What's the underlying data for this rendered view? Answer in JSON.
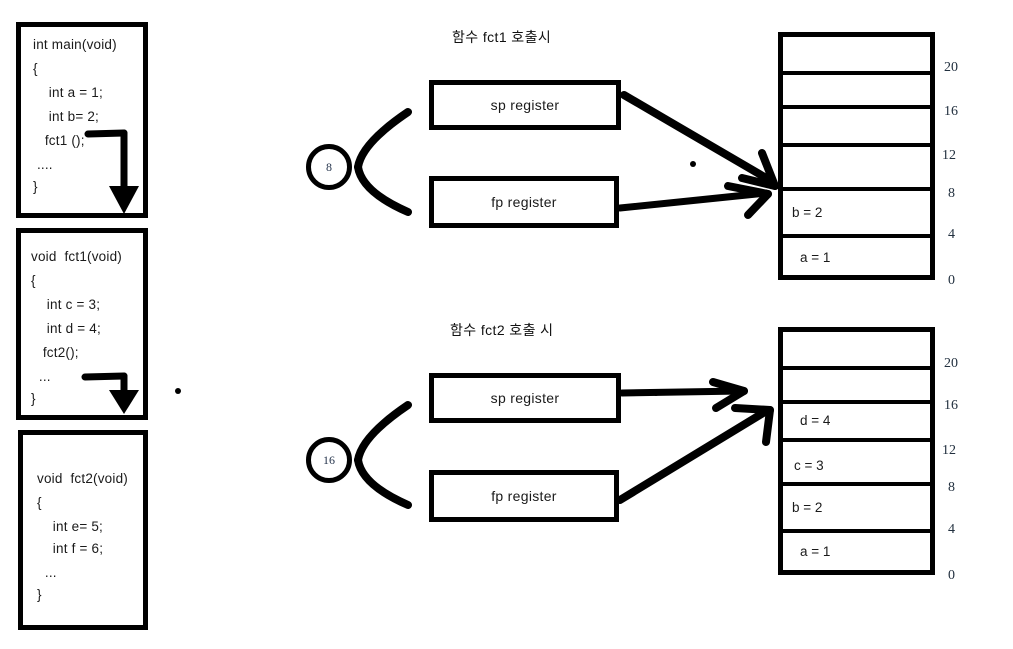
{
  "captions": {
    "top": "함수 fct1 호출시",
    "bottom": "함수 fct2 호출 시"
  },
  "code_boxes": [
    {
      "name": "main",
      "lines": [
        "int main(void)",
        "{",
        "    int a = 1;",
        "    int b= 2;",
        "   fct1 ();",
        " ....",
        "}"
      ]
    },
    {
      "name": "fct1",
      "lines": [
        "void  fct1(void)",
        "{",
        "    int c = 3;",
        "    int d = 4;",
        "   fct2();",
        "  ...",
        "}"
      ]
    },
    {
      "name": "fct2",
      "lines": [
        "void  fct2(void)",
        "{",
        "    int e= 5;",
        "    int f = 6;",
        "  ...",
        "}"
      ]
    }
  ],
  "top_section": {
    "circle_value": "8",
    "sp_label": "sp register",
    "fp_label": "fp register",
    "addresses": [
      "20",
      "16",
      "12",
      "8",
      "4",
      "0"
    ],
    "cells": [
      "",
      "",
      "",
      "",
      "b = 2",
      "a = 1"
    ]
  },
  "bottom_section": {
    "circle_value": "16",
    "sp_label": "sp register",
    "fp_label": "fp register",
    "addresses": [
      "20",
      "16",
      "12",
      "8",
      "4",
      "0"
    ],
    "cells": [
      "",
      "",
      "d = 4",
      "c = 3",
      "b = 2",
      "a = 1"
    ]
  },
  "colors": {
    "stroke": "#000000",
    "background": "#ffffff",
    "text": "#1a1a1a",
    "address_text": "#22303f"
  }
}
